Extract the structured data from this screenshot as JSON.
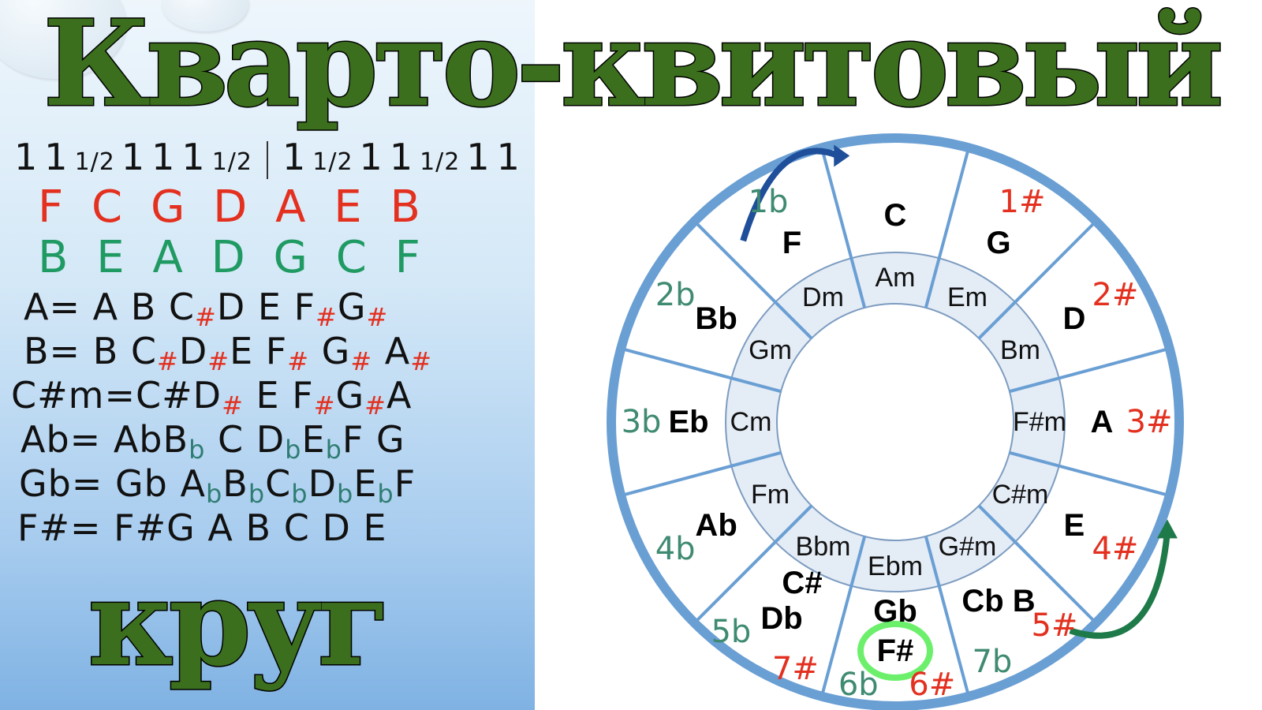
{
  "left_panel": {
    "intervals": {
      "left": [
        "1",
        "1",
        "1/2",
        "1",
        "1",
        "1",
        "1/2"
      ],
      "right": [
        "1",
        "1/2",
        "1",
        "1",
        "1/2",
        "1",
        "1"
      ]
    },
    "sharp_order": [
      "F",
      "C",
      "G",
      "D",
      "A",
      "E",
      "B"
    ],
    "flat_order": [
      "B",
      "E",
      "A",
      "D",
      "G",
      "C",
      "F"
    ],
    "scales": [
      [
        {
          "t": "A",
          "c": "k"
        },
        {
          "t": "= A B C",
          "c": "k"
        },
        {
          "t": "#",
          "c": "r"
        },
        {
          "t": "D E F",
          "c": "k"
        },
        {
          "t": "#",
          "c": "r"
        },
        {
          "t": "G",
          "c": "k"
        },
        {
          "t": "#",
          "c": "r"
        }
      ],
      [
        {
          "t": "B= B  C",
          "c": "k"
        },
        {
          "t": "#",
          "c": "r"
        },
        {
          "t": "D",
          "c": "k"
        },
        {
          "t": "#",
          "c": "r"
        },
        {
          "t": "E  F",
          "c": "k"
        },
        {
          "t": "#",
          "c": "r"
        },
        {
          "t": " G",
          "c": "k"
        },
        {
          "t": "#",
          "c": "r"
        },
        {
          "t": " A",
          "c": "k"
        },
        {
          "t": "#",
          "c": "r"
        }
      ],
      [
        {
          "t": "C#m=C#D",
          "c": "k"
        },
        {
          "t": "#",
          "c": "r"
        },
        {
          "t": " E  F",
          "c": "k"
        },
        {
          "t": "#",
          "c": "r"
        },
        {
          "t": "G",
          "c": "k"
        },
        {
          "t": "#",
          "c": "r"
        },
        {
          "t": "A",
          "c": "k"
        }
      ],
      [
        {
          "t": "Ab= AbB",
          "c": "k"
        },
        {
          "t": "b",
          "c": "gs"
        },
        {
          "t": " C  D",
          "c": "k"
        },
        {
          "t": "b",
          "c": "gs"
        },
        {
          "t": "E",
          "c": "k"
        },
        {
          "t": "b",
          "c": "gs"
        },
        {
          "t": "F  G",
          "c": "k"
        }
      ],
      [
        {
          "t": "Gb= Gb A",
          "c": "k"
        },
        {
          "t": "b",
          "c": "gs"
        },
        {
          "t": "B",
          "c": "k"
        },
        {
          "t": "b",
          "c": "gs"
        },
        {
          "t": "C",
          "c": "k"
        },
        {
          "t": "b",
          "c": "gs"
        },
        {
          "t": "D",
          "c": "k"
        },
        {
          "t": "b",
          "c": "gs"
        },
        {
          "t": "E",
          "c": "k"
        },
        {
          "t": "b",
          "c": "gs"
        },
        {
          "t": "F",
          "c": "k"
        }
      ],
      [
        {
          "t": "F#= F#G  A  B  C  D  E",
          "c": "k"
        }
      ]
    ]
  },
  "title": {
    "line1": "Кварто-квитовый",
    "line2": "круг"
  },
  "circle": {
    "colors": {
      "ring": "#6a9fd4",
      "minor_fill": "#e4ecf6",
      "highlight": "#6cf06c",
      "sharp": "#e3301f",
      "flat": "#3f8a72"
    },
    "majors": [
      "C",
      "G",
      "D",
      "A",
      "E",
      "Cb B",
      "Gb",
      "F#",
      "C#",
      "Db",
      "Ab",
      "Eb",
      "Bb",
      "F"
    ],
    "minors": [
      "Am",
      "Em",
      "Bm",
      "F#m",
      "C#m",
      "G#m",
      "Ebm",
      "Bbm",
      "Fm",
      "Cm",
      "Gm",
      "Dm"
    ],
    "sharps": [
      "1#",
      "2#",
      "3#",
      "4#",
      "5#",
      "6#",
      "7#"
    ],
    "flats": [
      "1b",
      "2b",
      "3b",
      "4b",
      "5b",
      "6b",
      "7b"
    ],
    "highlighted": "F#",
    "arrows": [
      {
        "icon": "curved-arrow-icon",
        "color": "#1f4f9a"
      },
      {
        "icon": "curved-arrow-icon",
        "color": "#1f7a4a"
      }
    ]
  }
}
